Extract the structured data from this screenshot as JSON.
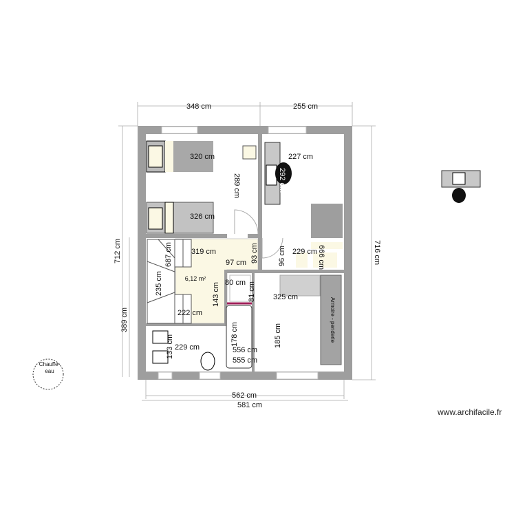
{
  "plan": {
    "dimensions": {
      "top_left": "348 cm",
      "top_right": "255 cm",
      "left_total": "712 cm",
      "left_lower": "389 cm",
      "right_total": "716 cm",
      "bottom_inner": "562 cm",
      "bottom_outer": "581 cm",
      "bed1_width": "320 cm",
      "bed2_width": "326 cm",
      "bedroom_height": "289 cm",
      "office_width": "227 cm",
      "desk": "292 cm",
      "hall_width": "319 cm",
      "stair_small": "687 cm",
      "hall_notch_w": "97 cm",
      "hall_notch_h": "93 cm",
      "stair_height": "235 cm",
      "area_label": "6,12 m²",
      "wc_w": "80 cm",
      "wc_h": "81 cm",
      "hall_height": "143 cm",
      "stair_bottom": "222 cm",
      "office_closet": "229 cm",
      "office_closet_h": "96 cm",
      "office_closet_d": "666 cm",
      "room_width": "325 cm",
      "room_height": "185 cm",
      "bath_width": "229 cm",
      "bath_height": "133 cm",
      "tub_length": "178 cm",
      "tub_a": "556 cm",
      "tub_b": "555 cm"
    },
    "wardrobe_label": "Armoire - penderie",
    "water_heater_label": [
      "Chauffe-",
      "eau"
    ],
    "watermark": "www.archifacile.fr"
  },
  "colors": {
    "wall": "#9e9e9e",
    "hall": "#fbf8e4",
    "furniture": "#c8c8c8",
    "accent": "#a0205a"
  }
}
